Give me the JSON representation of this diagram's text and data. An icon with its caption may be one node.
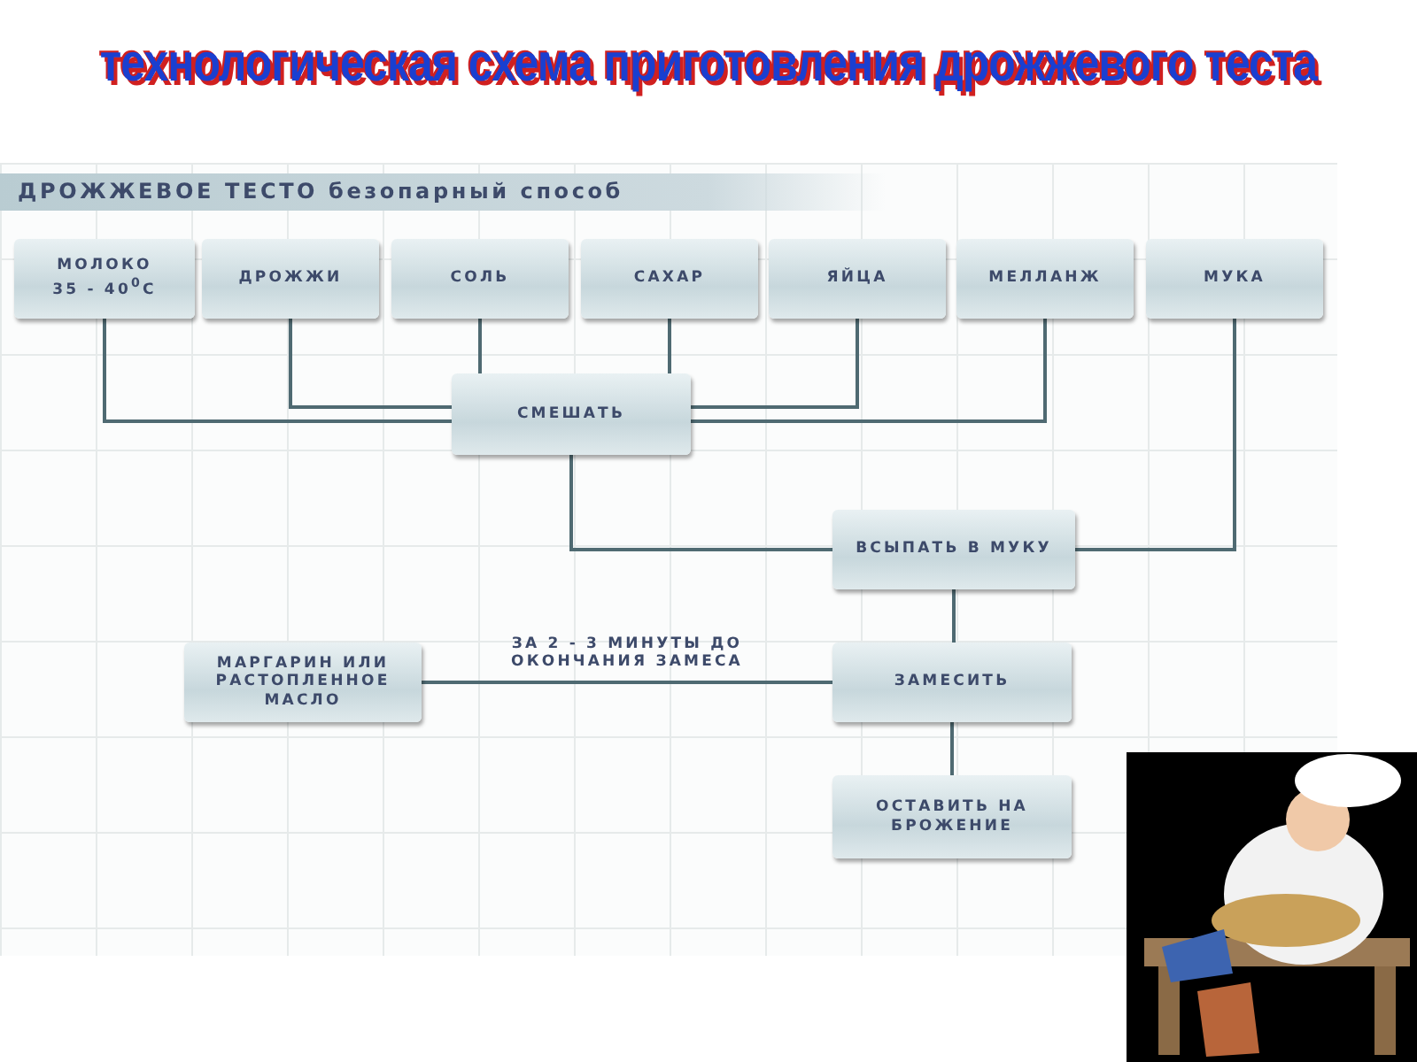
{
  "diagram": {
    "title": "технологическая схема приготовления дрожжевого теста",
    "nodes": [
      {
        "text": [
          "МОЛОКО 35 - 40$^{0}$С"
        ]
      },
      {
        "text": [
          "ДРОЖЖИ"
        ]
      },
      {
        "text": [
          "СОЛЬ"
        ]
      },
      {
        "text": [
          "САХАР"
        ]
      },
      {
        "text": [
          "ЯЙЦА"
        ]
      },
      {
        "text": [
          "МЕЛЛАНЖ"
        ]
      },
      {
        "text": [
          "МУКА"
        ]
      },
      {
        "text": [
          "СМЕШАТЬ"
        ]
      },
      {
        "text": [
          "ВСЫПАТЬ В МУКУ"
        ]
      },
      {
        "text": [
          "МАРГАРИН ИЛИ РАСТОПЛЕННОЕ МАСЛО"
        ]
      },
      {
        "text": [
          "ЗАМЕСИТЬ"
        ]
      },
      {
        "text": [
          "ОСТАВИТЬ НА БРОЖЕНИЕ"
        ]
      }
    ],
    "edges": [
      {
        "from": 0,
        "to": 7,
        "arrow": "none"
      },
      {
        "from": 1,
        "to": 7,
        "arrow": "none"
      },
      {
        "from": 2,
        "to": 7,
        "arrow": "none"
      },
      {
        "from": 3,
        "to": 7,
        "arrow": "none"
      },
      {
        "from": 4,
        "to": 7,
        "arrow": "none"
      },
      {
        "from": 5,
        "to": 7,
        "arrow": "none"
      },
      {
        "from": 7,
        "to": 8,
        "arrow": "none"
      },
      {
        "from": 6,
        "to": 8,
        "arrow": "none"
      },
      {
        "from": 8,
        "to": 10,
        "arrow": "none"
      },
      {
        "from": 9,
        "to": 10,
        "arrow": "none",
        "label": "ЗА 2 - 3 МИНУТЫ ДО ОКОНЧАНИЯ ЗАМЕСА"
      },
      {
        "from": 10,
        "to": 11,
        "arrow": "none"
      }
    ],
    "labels": [
      "ДРОЖЖЕВОЕ ТЕСТО безопарный способ"
    ]
  }
}
